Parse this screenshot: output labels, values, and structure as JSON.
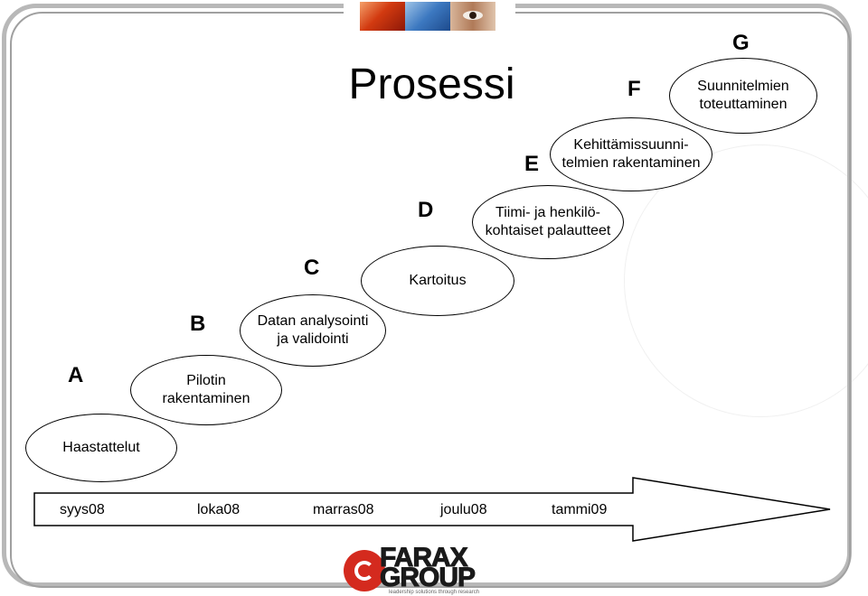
{
  "title": "Prosessi",
  "steps": [
    {
      "letter": "A",
      "label": "Haastattelut"
    },
    {
      "letter": "B",
      "label": "Pilotin\nrakentaminen"
    },
    {
      "letter": "C",
      "label": "Datan analysointi\nja validointi"
    },
    {
      "letter": "D",
      "label": "Kartoitus"
    },
    {
      "letter": "E",
      "label": "Tiimi- ja henkilö-\nkohtaiset palautteet"
    },
    {
      "letter": "F",
      "label": "Kehittämissuunni-\ntelmien rakentaminen"
    },
    {
      "letter": "G",
      "label": "Suunnitelmien\ntoteuttaminen"
    }
  ],
  "timeline": [
    "syys08",
    "loka08",
    "marras08",
    "joulu08",
    "tammi09"
  ],
  "logo": {
    "line1": "FARAX",
    "line2": "GROUP",
    "tagline": "leadership solutions through research"
  },
  "colors": {
    "logo_red": "#d42a1e",
    "frame": "#b8b8b8"
  }
}
